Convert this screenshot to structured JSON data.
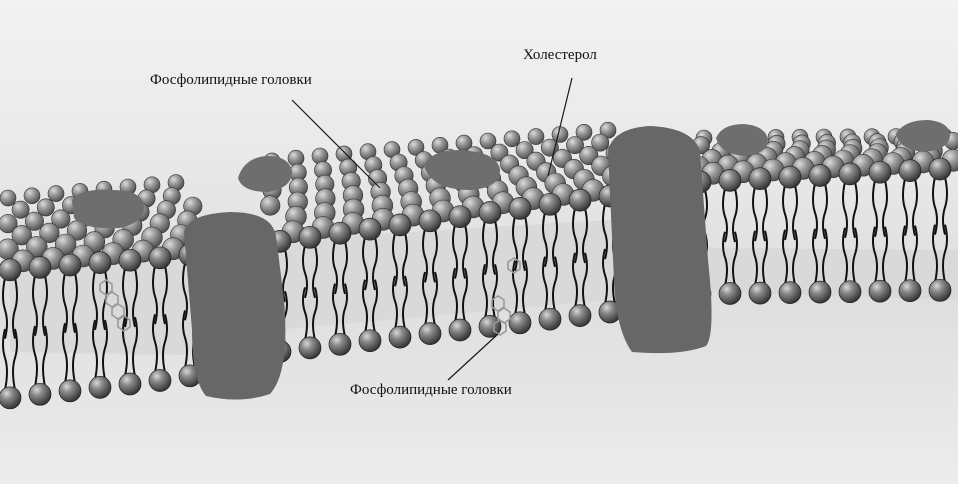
{
  "labels": {
    "phospholipid_heads_top": "Фосфолипидные головки",
    "cholesterol": "Холестерол",
    "phospholipid_heads_bottom": "Фосфолипидные головки"
  },
  "colors": {
    "background": "#e6e6e6",
    "protein": "#6b6b6b",
    "lipid_head": "#5a5a5a",
    "lipid_tail": "#111111"
  }
}
